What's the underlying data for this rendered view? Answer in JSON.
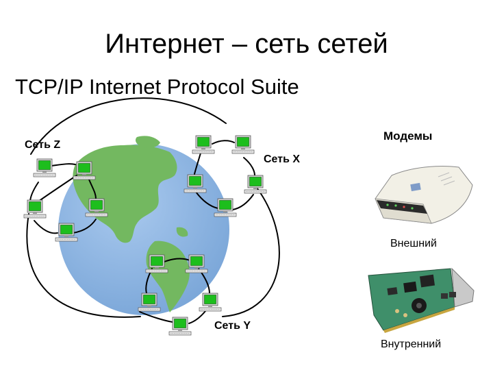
{
  "slide": {
    "title": "Интернет – сеть сетей",
    "subtitle": "TCP/IP Internet Protocol Suite"
  },
  "networks": {
    "z_label": "Сеть Z",
    "x_label": "Сеть X",
    "y_label": "Сеть Y"
  },
  "modems": {
    "heading": "Модемы",
    "external_label": "Внешний",
    "internal_label": "Внутренний"
  },
  "colors": {
    "ocean": "#8DB4E2",
    "land": "#73B860",
    "screen": "#1DBE1D",
    "monitor_body": "#D4D4D4",
    "modem_body": "#F2F0E6",
    "card_board": "#3F8F6A"
  }
}
